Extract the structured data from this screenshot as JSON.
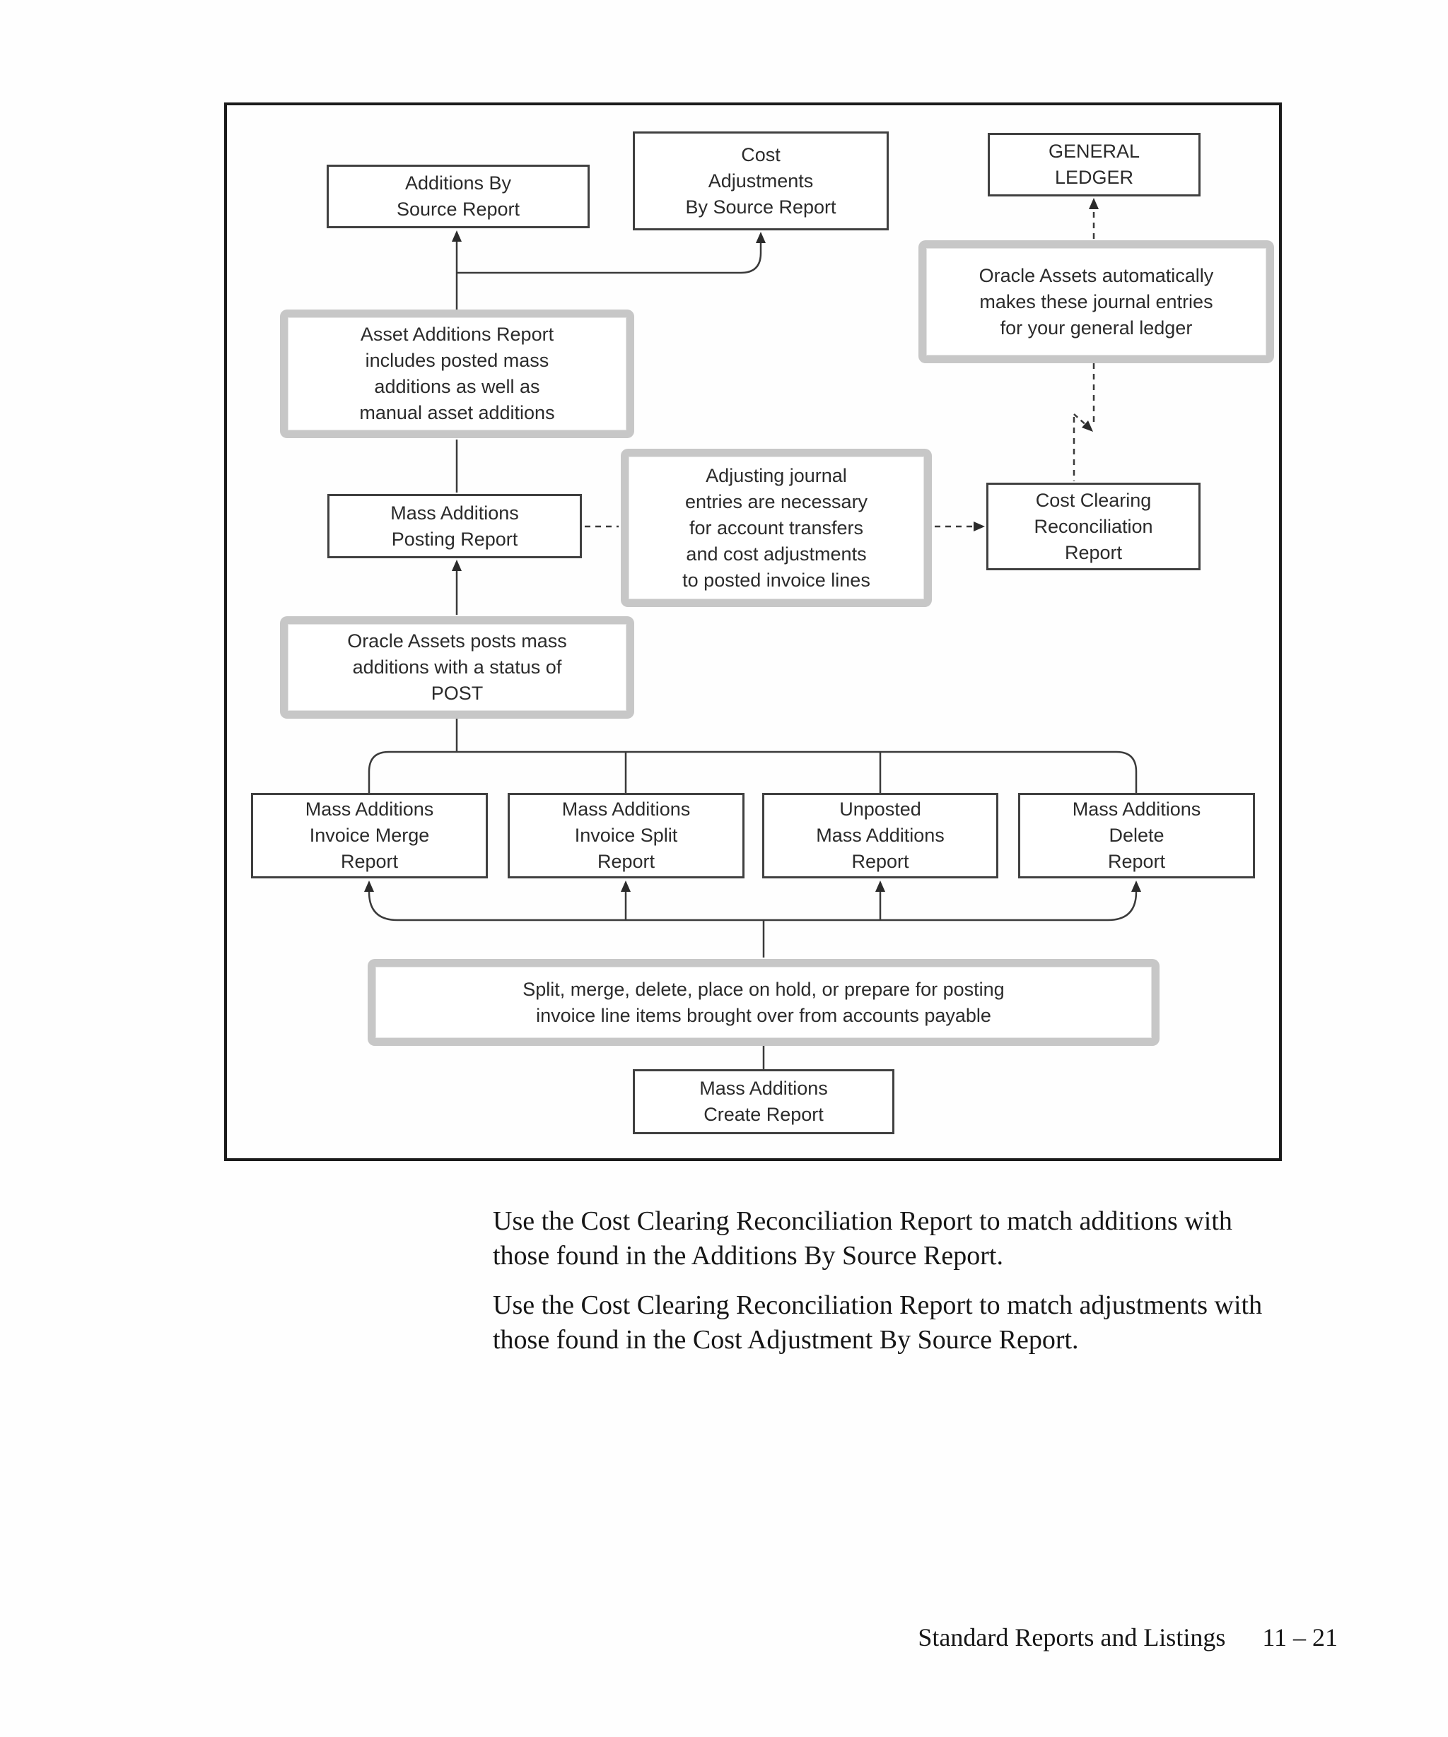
{
  "diagram": {
    "boxes": {
      "additions_by_source": {
        "l1": "Additions By",
        "l2": "Source Report"
      },
      "cost_adjustments_by_source": {
        "l1": "Cost",
        "l2": "Adjustments",
        "l3": "By Source Report"
      },
      "general_ledger": {
        "l1": "GENERAL",
        "l2": "LEDGER"
      },
      "oracle_auto_journal": {
        "l1": "Oracle Assets automatically",
        "l2": "makes these journal entries",
        "l3": "for your general ledger"
      },
      "asset_additions_note": {
        "l1": "Asset Additions Report",
        "l2": "includes posted mass",
        "l3": "additions as well as",
        "l4": "manual asset additions"
      },
      "mass_additions_posting": {
        "l1": "Mass Additions",
        "l2": "Posting Report"
      },
      "adjusting_journal_note": {
        "l1": "Adjusting journal",
        "l2": "entries are necessary",
        "l3": "for account transfers",
        "l4": "and cost adjustments",
        "l5": "to posted invoice lines"
      },
      "cost_clearing_reconciliation": {
        "l1": "Cost Clearing",
        "l2": "Reconciliation",
        "l3": "Report"
      },
      "oracle_posts_note": {
        "l1": "Oracle Assets posts mass",
        "l2": "additions with a status of",
        "l3": "POST"
      },
      "invoice_merge": {
        "l1": "Mass Additions",
        "l2": "Invoice Merge",
        "l3": "Report"
      },
      "invoice_split": {
        "l1": "Mass Additions",
        "l2": "Invoice Split",
        "l3": "Report"
      },
      "unposted_mass_additions": {
        "l1": "Unposted",
        "l2": "Mass Additions",
        "l3": "Report"
      },
      "mass_additions_delete": {
        "l1": "Mass Additions",
        "l2": "Delete",
        "l3": "Report"
      },
      "split_merge_note": {
        "l1": "Split, merge, delete, place on hold, or prepare for posting",
        "l2": "invoice line items brought over from accounts payable"
      },
      "mass_additions_create": {
        "l1": "Mass Additions",
        "l2": "Create Report"
      }
    },
    "colors": {
      "gray_border": "#c7c7c7",
      "line": "#3a3a3a",
      "box_border": "#404040",
      "outer_border": "#1b1b1b"
    }
  },
  "body": {
    "paragraphs": [
      {
        "line1": "Use the Cost Clearing Reconciliation Report to match additions with",
        "line2": "those found in the Additions By Source Report."
      },
      {
        "line1": "Use the Cost Clearing Reconciliation Report to match adjustments with",
        "line2": "those found in the Cost Adjustment By Source Report."
      }
    ]
  },
  "footer": {
    "section": "Standard Reports and Listings",
    "page_number": "11 – 21"
  }
}
